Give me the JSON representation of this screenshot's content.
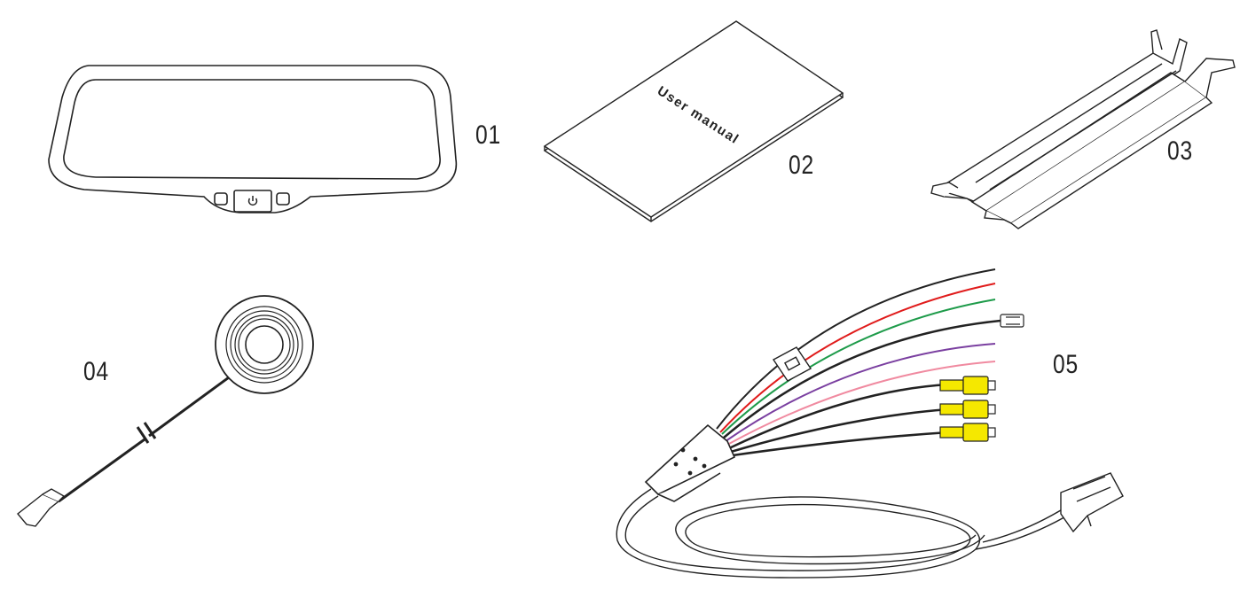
{
  "parts": [
    {
      "id": "01",
      "label": "01"
    },
    {
      "id": "02",
      "label": "02"
    },
    {
      "id": "03",
      "label": "03"
    },
    {
      "id": "04",
      "label": "04"
    },
    {
      "id": "05",
      "label": "05"
    }
  ],
  "manual": {
    "title": "User manual"
  },
  "colors": {
    "line": "#222222",
    "wire_red": "#e01b1b",
    "wire_green": "#1e9b4a",
    "wire_purple": "#7a3fa0",
    "wire_pink": "#f08aa0",
    "rca_yellow": "#f5e800"
  }
}
